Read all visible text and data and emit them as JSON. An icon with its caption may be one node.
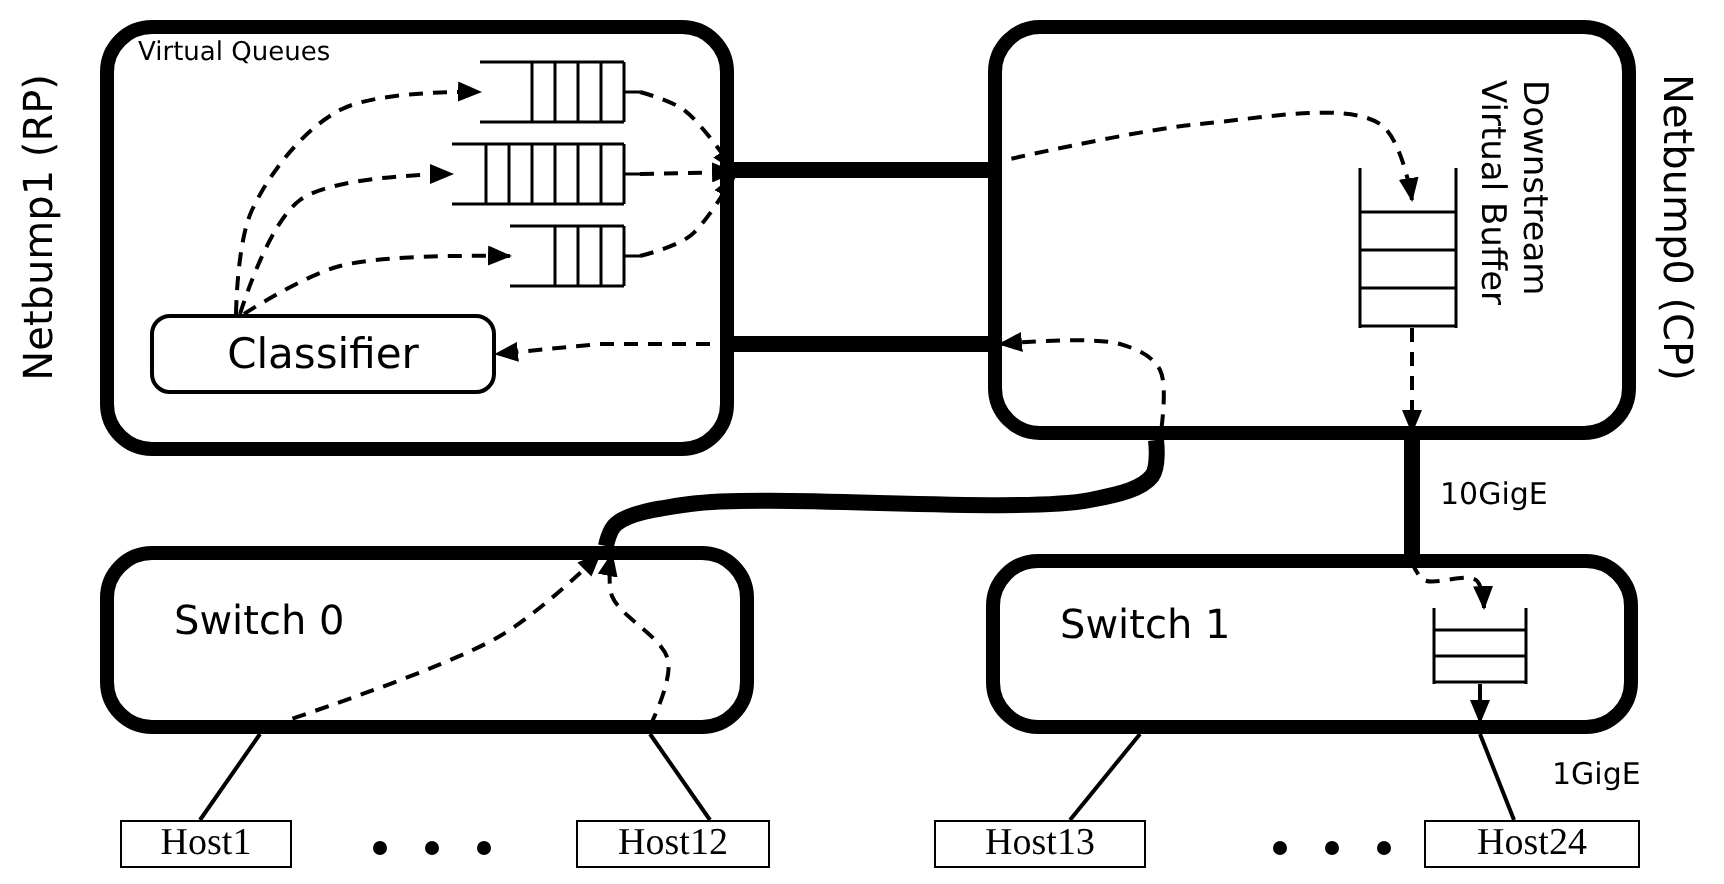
{
  "diagram": {
    "nodes": [
      {
        "text": [
          "Netbump1 (RP)",
          "Virtual Queues"
        ]
      },
      {
        "text": [
          "Classifier"
        ],
        "in": 0
      },
      {
        "text": [],
        "shape": "queue",
        "in": 0
      },
      {
        "text": [],
        "shape": "queue",
        "in": 0
      },
      {
        "text": [],
        "shape": "queue",
        "in": 0
      },
      {
        "text": [
          "Netbump0 (CP)"
        ]
      },
      {
        "text": [],
        "shape": "queue",
        "in": 5,
        "beside": [
          "Downstream Virtual Buffer"
        ]
      },
      {
        "text": [
          "Switch 0"
        ]
      },
      {
        "text": [
          "Switch 1"
        ]
      },
      {
        "text": [],
        "shape": "queue",
        "in": 8
      },
      {
        "text": [
          "Host1"
        ]
      },
      {
        "text": [
          "Host12"
        ]
      },
      {
        "text": [
          "Host13"
        ]
      },
      {
        "text": [
          "Host24"
        ]
      }
    ],
    "edges": [
      {
        "from": 1,
        "to": 2,
        "arrow": "to",
        "style": "dashed"
      },
      {
        "from": 1,
        "to": 3,
        "arrow": "to",
        "style": "dashed"
      },
      {
        "from": 1,
        "to": 4,
        "arrow": "to",
        "style": "dashed"
      },
      {
        "from": 2,
        "to": 0,
        "arrow": "to",
        "style": "dashed"
      },
      {
        "from": 3,
        "to": 0,
        "arrow": "to",
        "style": "dashed"
      },
      {
        "from": 4,
        "to": 0,
        "arrow": "to",
        "style": "dashed"
      },
      {
        "from": 0,
        "to": 5,
        "arrow": "none",
        "style": "thick"
      },
      {
        "from": 0,
        "to": 5,
        "arrow": "none",
        "style": "thick"
      },
      {
        "from": 5,
        "to": 6,
        "arrow": "to",
        "style": "dashed"
      },
      {
        "from": 6,
        "to": 5,
        "arrow": "to",
        "style": "dashed"
      },
      {
        "from": 5,
        "to": 7,
        "arrow": "none",
        "style": "thick"
      },
      {
        "from": 5,
        "to": 8,
        "arrow": "none",
        "style": "thick",
        "label": "10GigE"
      },
      {
        "from": null,
        "to": 5,
        "arrow": "to",
        "style": "dashed"
      },
      {
        "from": 0,
        "to": 1,
        "arrow": "to",
        "style": "dashed"
      },
      {
        "from": null,
        "to": 7,
        "arrow": "to",
        "style": "dashed"
      },
      {
        "from": null,
        "to": 7,
        "arrow": "to",
        "style": "dashed"
      },
      {
        "from": 8,
        "to": 9,
        "arrow": "to",
        "style": "dashed"
      },
      {
        "from": 9,
        "to": 8,
        "arrow": "to"
      },
      {
        "from": 8,
        "to": 13,
        "arrow": "none",
        "label": "1GigE"
      },
      {
        "from": 7,
        "to": 10,
        "arrow": "none"
      },
      {
        "from": 7,
        "to": 11,
        "arrow": "none"
      },
      {
        "from": 8,
        "to": 12,
        "arrow": "none"
      }
    ]
  }
}
